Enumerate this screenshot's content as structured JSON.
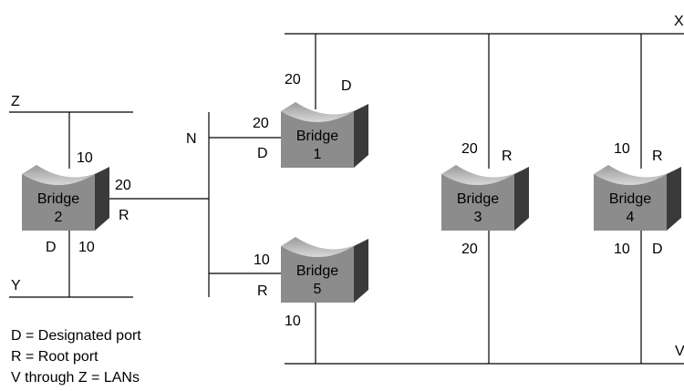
{
  "lans": {
    "x": "X",
    "z": "Z",
    "y": "Y",
    "n": "N",
    "v": "V"
  },
  "bridges": [
    {
      "id": "b1",
      "name": "Bridge",
      "number": "1"
    },
    {
      "id": "b2",
      "name": "Bridge",
      "number": "2"
    },
    {
      "id": "b3",
      "name": "Bridge",
      "number": "3"
    },
    {
      "id": "b4",
      "name": "Bridge",
      "number": "4"
    },
    {
      "id": "b5",
      "name": "Bridge",
      "number": "5"
    }
  ],
  "port_labels": {
    "b1_top_cost": "20",
    "b1_top_role": "D",
    "b1_left_cost": "20",
    "b1_left_role": "D",
    "b2_top_cost": "10",
    "b2_right_cost": "20",
    "b2_right_role": "R",
    "b2_bottom_role": "D",
    "b2_bottom_cost": "10",
    "b3_top_cost": "20",
    "b3_top_role": "R",
    "b3_bottom_cost": "20",
    "b4_top_cost": "10",
    "b4_top_role": "R",
    "b4_bottom_cost": "10",
    "b4_bottom_role": "D",
    "b5_left_cost": "10",
    "b5_left_role": "R",
    "b5_bottom_cost": "10"
  },
  "legend": {
    "line1": "D = Designated port",
    "line2": "R = Root port",
    "line3": "V through Z = LANs"
  },
  "colors": {
    "bridge_front": "#8c8c8c",
    "bridge_side": "#3a3a3a",
    "bridge_top": "#bdbdbd"
  }
}
